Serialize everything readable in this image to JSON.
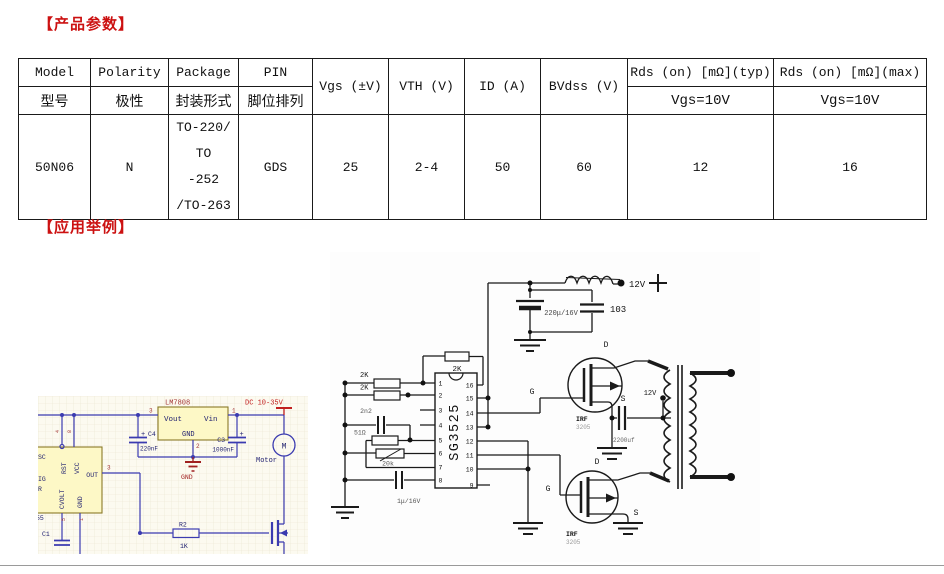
{
  "page": {
    "section_params_title": "【产品参数】",
    "section_app_title": "【应用举例】"
  },
  "table": {
    "model_en": "Model",
    "polarity_en": "Polarity",
    "package_en": "Package",
    "pin_en": "PIN",
    "model_cn": "型号",
    "polarity_cn": "极性",
    "package_cn": "封装形式",
    "pin_cn": "脚位排列",
    "vgs": "Vgs (±V)",
    "vth": "VTH (V)",
    "id": "ID (A)",
    "bvdss": "BVdss (V)",
    "rds_typ": "Rds (on) [mΩ](typ)",
    "rds_max": "Rds (on) [mΩ](max)",
    "rds_typ_cond": "Vgs=10V",
    "rds_max_cond": "Vgs=10V",
    "row": {
      "model": "50N06",
      "polarity": "N",
      "package1": "TO-220/ TO",
      "package2": "-252",
      "package3": "/TO-263",
      "pin": "GDS",
      "vgs": "25",
      "vth": "2-4",
      "id": "50",
      "bvdss": "60",
      "rds_typ": "12",
      "rds_max": "16"
    }
  },
  "left_circuit": {
    "reg": "LM7808",
    "vout": "Vout",
    "vin": "Vin",
    "gnd_pin": "GND",
    "pin3": "3",
    "pin1": "1",
    "pin2": "2",
    "out_pin": "3",
    "c4_plus": "+",
    "c4": "C4",
    "c4_val": "220nF",
    "c3_plus": "+",
    "c3": "C3",
    "c3_val": "1000nF",
    "gnd_label": "GND",
    "dc_label": "DC 10-35V",
    "motor_m": "M",
    "motor": "Motor",
    "r2": "R2",
    "r2_val": "1K",
    "t_disc": "SC",
    "t_rst": "RST",
    "t_vcc": "VCC",
    "t_out": "OUT",
    "t_trig": "IG",
    "t_r": "R",
    "t_cvolt": "CVOLT",
    "t_gnd": "GND",
    "t_des": "55",
    "p4": "4",
    "p8": "8",
    "p5": "5",
    "p1": "1",
    "c1": "C1"
  },
  "right_circuit": {
    "v12": "12V",
    "cap_main": "220μ/16V",
    "cap103": "103",
    "rfb": "2K",
    "rin1": "2K",
    "rin2": "2K",
    "ic": "SG3525",
    "pins_left": [
      "1",
      "2",
      "3",
      "4",
      "5",
      "6",
      "7",
      "8"
    ],
    "pins_right": [
      "16",
      "15",
      "14",
      "13",
      "12",
      "11",
      "10",
      "9"
    ],
    "c2n2": "2n2",
    "r51": "51Ω",
    "pot": "20k",
    "c1u": "1μ/16V",
    "g1": "G",
    "d1": "D",
    "s1": "S",
    "irf1": "IRF",
    "irf1n": "3205",
    "v12tap": "12V",
    "cap2200": "2200uf",
    "g2": "G",
    "d2": "D",
    "s2": "S",
    "irf2": "IRF",
    "irf2n": "3205"
  }
}
